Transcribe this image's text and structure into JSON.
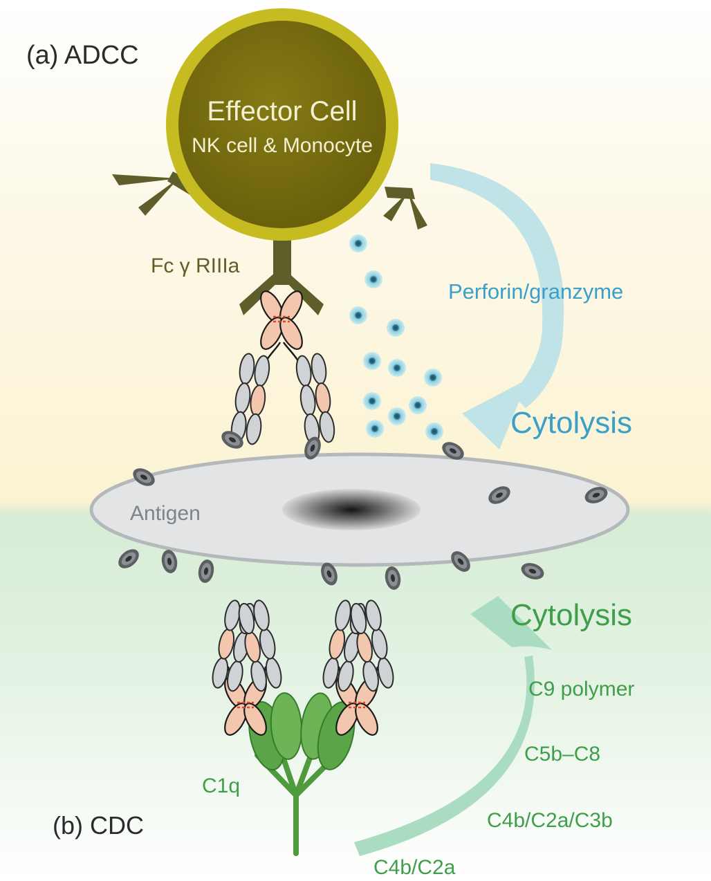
{
  "panel_a": {
    "label": "(a) ADCC",
    "effector_title": "Effector Cell",
    "effector_subtitle": "NK cell & Monocyte",
    "receptor_label": "Fc γ RIIIa",
    "granule_label": "Perforin/granzyme",
    "outcome_label": "Cytolysis"
  },
  "target_cell": {
    "antigen_label": "Antigen"
  },
  "panel_b": {
    "label": "(b) CDC",
    "c1q_label": "C1q",
    "outcome_label": "Cytolysis",
    "cascade_steps": [
      "C9 polymer",
      "C5b–C8",
      "C4b/C2a/C3b",
      "C4b/C2a"
    ]
  },
  "colors": {
    "adcc_background": "#fbf3d2",
    "cdc_background": "#d6ecd6",
    "effector_cell_fill": "#7d7210",
    "effector_cell_ring": "#c6bc22",
    "receptor": "#5e5e2a",
    "perforin_blue": "#3a9fc9",
    "perforin_arrow": "#bfe3e6",
    "cdc_green": "#3f9e4a",
    "cdc_arrow": "#a9dcc0",
    "c1q_green": "#4f9a3c",
    "target_cell": "#e2e4e6",
    "antigen_gray": "#5c5f62",
    "fab_gray": "#d0d3d6",
    "fab_peach": "#f2c7ad",
    "disulfide_red": "#e0442c"
  }
}
